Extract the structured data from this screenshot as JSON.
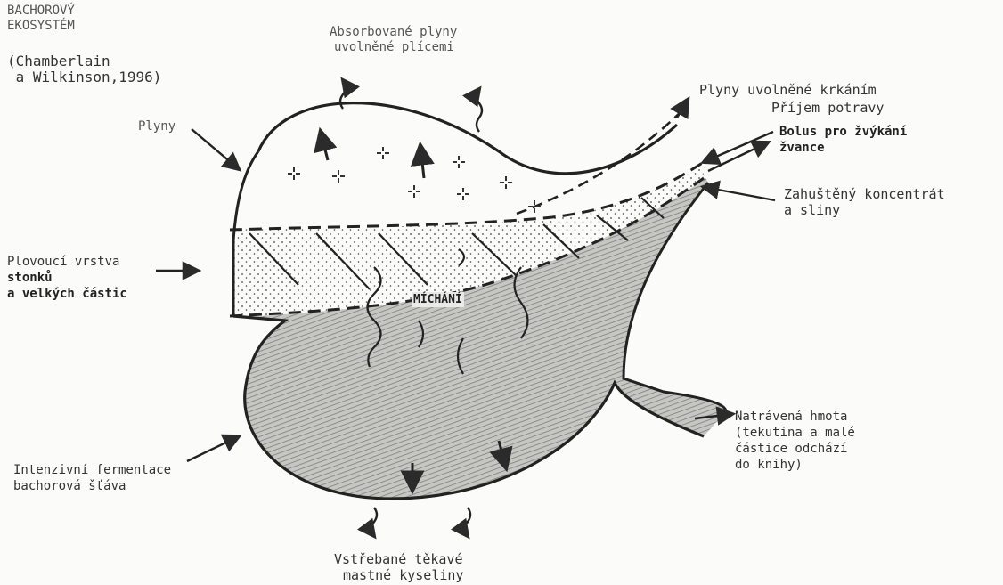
{
  "title": {
    "line1": "BACHOROVÝ",
    "line2": "EKOSYSTÉM",
    "citation1": "(Chamberlain",
    "citation2": " a Wilkinson,1996)"
  },
  "labels": {
    "absorbed_gas_1": "Absorbované plyny",
    "absorbed_gas_2": "uvolněné plícemi",
    "eructation": "Plyny uvolněné krkáním",
    "food_intake": "Příjem potravy",
    "bolus_1": "Bolus pro žvýkání",
    "bolus_2": "žvance",
    "concentrate_1": "Zahuštěný koncentrát",
    "concentrate_2": "a sliny",
    "gases": "Plyny",
    "floating_1": "Plovoucí vrstva",
    "floating_2": "stonků",
    "floating_3": "a velkých částic",
    "mixing": "MÍCHÁNÍ",
    "digesta_1": "Natrávená hmota",
    "digesta_2": "(tekutina a malé",
    "digesta_3": "částice odchází",
    "digesta_4": "do knihy)",
    "fermentation_1": "Intenzivní fermentace",
    "fermentation_2": "bachorová šťáva",
    "vfa_1": "Vstřebané těkavé",
    "vfa_2": "mastné kyseliny"
  },
  "colors": {
    "ink": "#2b2b2b",
    "paper": "#fbfbf9",
    "liquid_fill": "#9a9a96"
  }
}
